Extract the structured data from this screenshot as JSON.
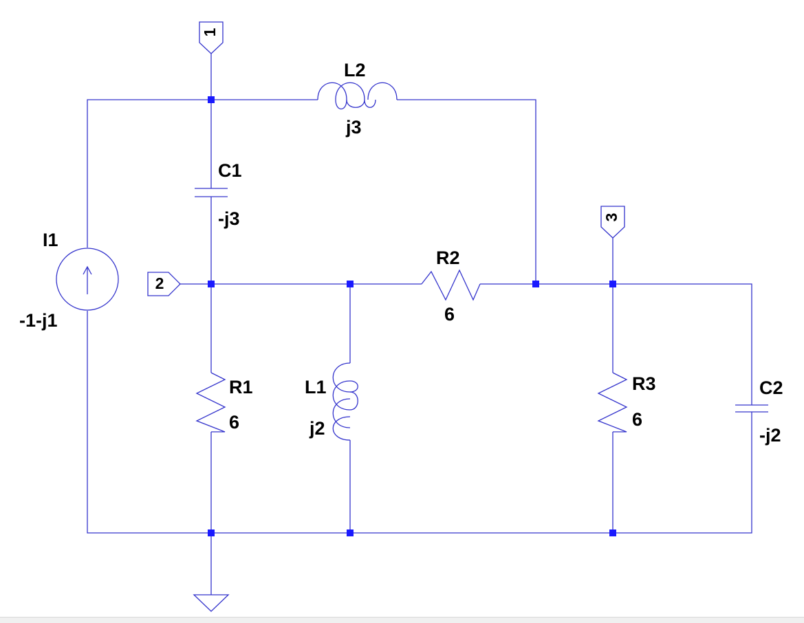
{
  "colors": {
    "wire": "#3333cc",
    "junction": "#1a1aff",
    "text": "#000000",
    "background": "#ffffff"
  },
  "ports": {
    "p1": "1",
    "p2": "2",
    "p3": "3"
  },
  "components": {
    "I1": {
      "name": "I1",
      "value": "-1-j1",
      "kind": "current-source"
    },
    "L2": {
      "name": "L2",
      "value": "j3",
      "kind": "inductor"
    },
    "C1": {
      "name": "C1",
      "value": "-j3",
      "kind": "capacitor"
    },
    "R2": {
      "name": "R2",
      "value": "6",
      "kind": "resistor"
    },
    "R1": {
      "name": "R1",
      "value": "6",
      "kind": "resistor"
    },
    "L1": {
      "name": "L1",
      "value": "j2",
      "kind": "inductor"
    },
    "R3": {
      "name": "R3",
      "value": "6",
      "kind": "resistor"
    },
    "C2": {
      "name": "C2",
      "value": "-j2",
      "kind": "capacitor"
    }
  },
  "ground": {
    "icon": "ground-icon"
  }
}
